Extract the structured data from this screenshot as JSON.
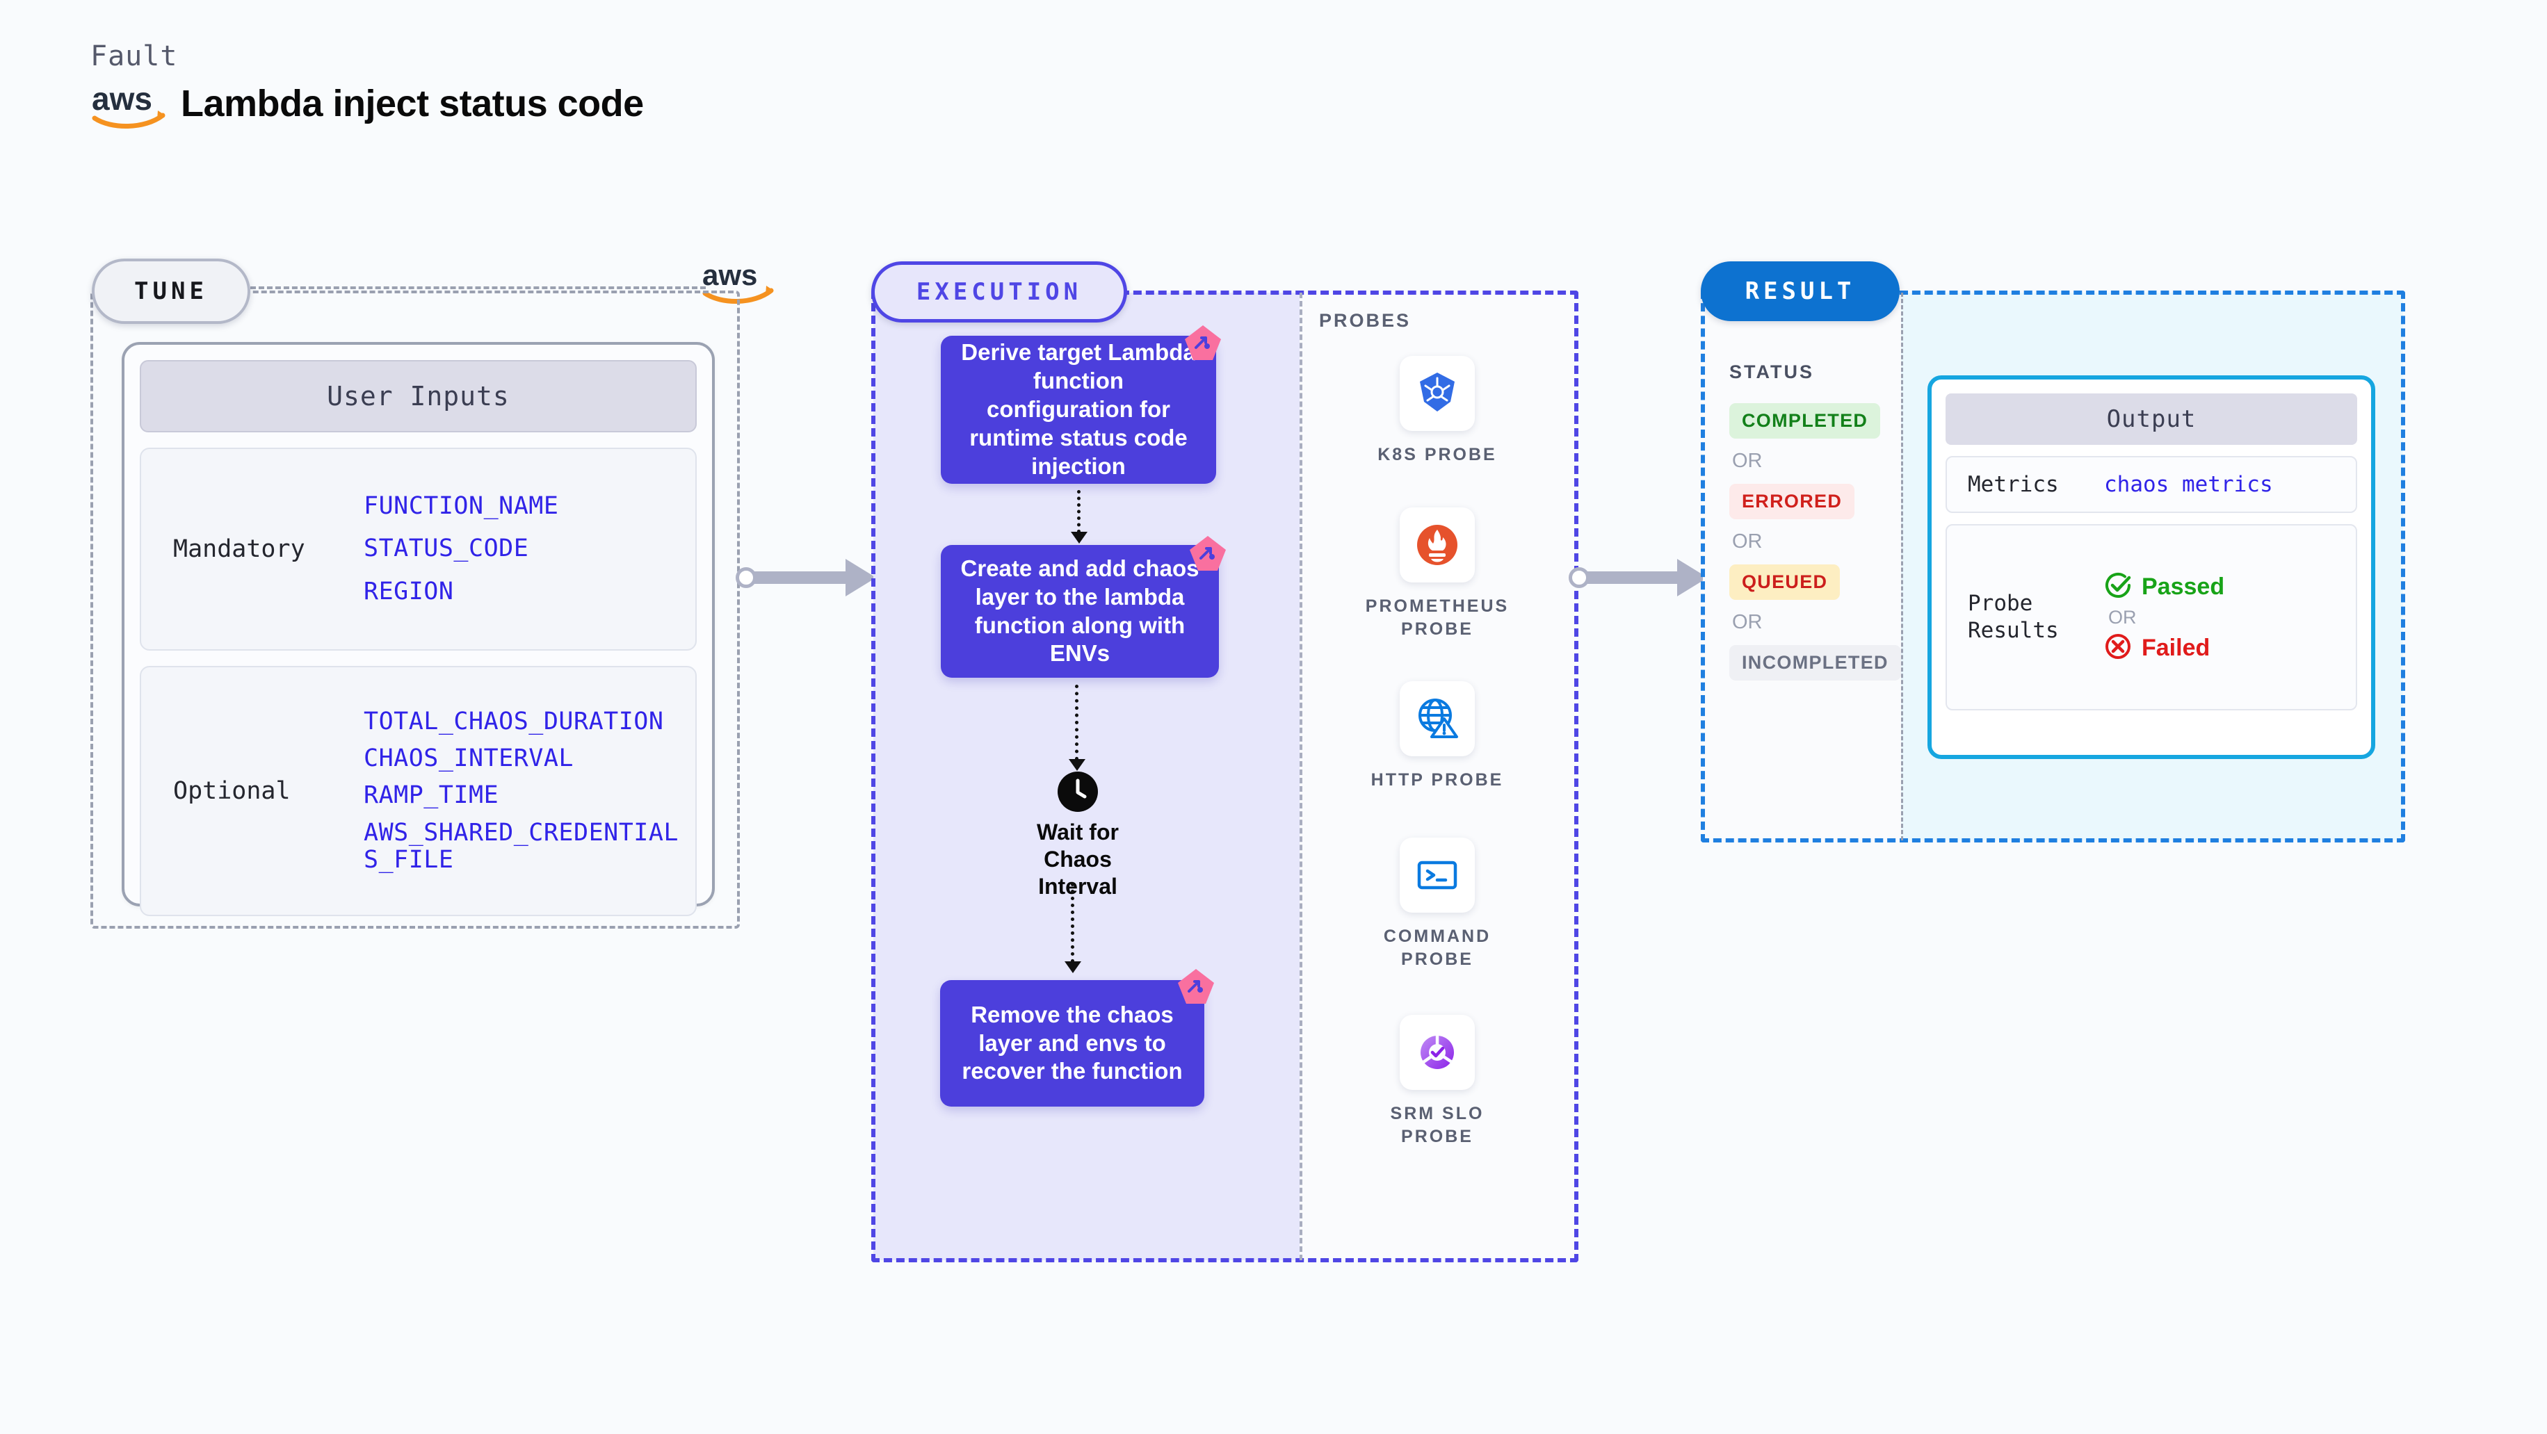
{
  "header": {
    "fault_label": "Fault",
    "title": "Lambda inject status code",
    "logo_icon": "aws-logo"
  },
  "tune": {
    "pill_label": "TUNE",
    "card_title": "User Inputs",
    "groups": [
      {
        "label": "Mandatory",
        "vars": [
          "FUNCTION_NAME",
          "STATUS_CODE",
          "REGION"
        ]
      },
      {
        "label": "Optional",
        "vars": [
          "TOTAL_CHAOS_DURATION",
          "CHAOS_INTERVAL",
          "RAMP_TIME",
          "AWS_SHARED_CREDENTIALS_FILE"
        ]
      }
    ]
  },
  "execution": {
    "pill_label": "EXECUTION",
    "steps": [
      "Derive target Lambda function configuration for runtime status code injection",
      "Create and add chaos layer to the lambda function along with ENVs",
      "Remove the chaos layer and envs to recover the function"
    ],
    "wait_node": {
      "icon": "clock-icon",
      "label": "Wait for Chaos Interval"
    },
    "probes_title": "PROBES",
    "probes": [
      {
        "label": "K8S PROBE",
        "icon": "kubernetes-icon"
      },
      {
        "label": "PROMETHEUS PROBE",
        "icon": "prometheus-icon"
      },
      {
        "label": "HTTP PROBE",
        "icon": "http-globe-icon"
      },
      {
        "label": "COMMAND PROBE",
        "icon": "terminal-icon"
      },
      {
        "label": "SRM SLO PROBE",
        "icon": "srm-slo-icon"
      }
    ]
  },
  "result": {
    "pill_label": "RESULT",
    "status_title": "STATUS",
    "or_label": "OR",
    "statuses": [
      {
        "label": "COMPLETED",
        "color": "#13801a",
        "bg": "#dcf3dc"
      },
      {
        "label": "ERRORED",
        "color": "#d0201c",
        "bg": "#fdeaea"
      },
      {
        "label": "QUEUED",
        "color": "#cc1e1c",
        "bg": "#fdeec2"
      },
      {
        "label": "INCOMPLETED",
        "color": "#6b7183",
        "bg": "#eff0f4"
      }
    ],
    "output": {
      "title": "Output",
      "metrics_label": "Metrics",
      "metrics_value": "chaos metrics",
      "probe_results_label": "Probe Results",
      "passed_label": "Passed",
      "failed_label": "Failed",
      "or_label": "OR"
    }
  },
  "colors": {
    "accent_indigo": "#4f46e5",
    "step_fill": "#4c3fdc",
    "result_blue": "#0d72d0",
    "output_border": "#16a6e0",
    "badge_pink": "#f9709f",
    "aws_orange": "#f59220"
  }
}
